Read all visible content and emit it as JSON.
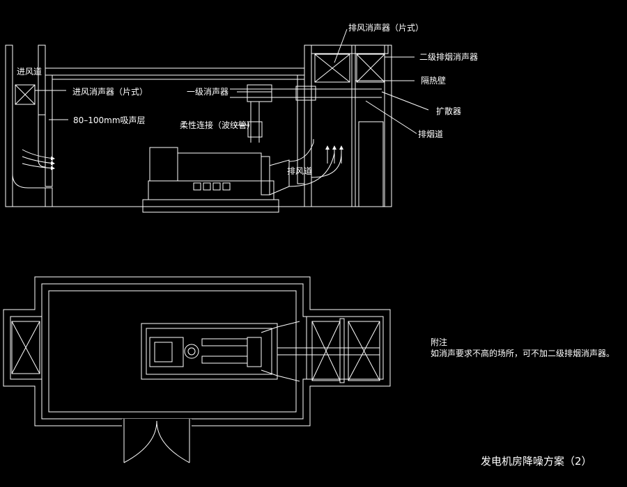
{
  "section_labels": {
    "exhaust_silencer_sheet": "排风消声器（片式）",
    "secondary_smoke_silencer": "二级排烟消声器",
    "intake_duct": "进风道",
    "intake_silencer_sheet": "进风消声器（片式）",
    "primary_silencer": "一级消声器",
    "insulation_wall": "隔热壁",
    "absorption_layer": "80–100mm吸声层",
    "flexible_connection": "柔性连接（波纹管）",
    "diffuser": "扩散器",
    "smoke_duct": "排烟道",
    "exhaust_air_duct": "排风道"
  },
  "note": {
    "heading": "附注",
    "body": "如消声要求不高的场所，可不加二级排烟消声器。"
  },
  "title": "发电机房降噪方案（2）",
  "colors": {
    "background": "#000000",
    "line": "#ffffff"
  }
}
